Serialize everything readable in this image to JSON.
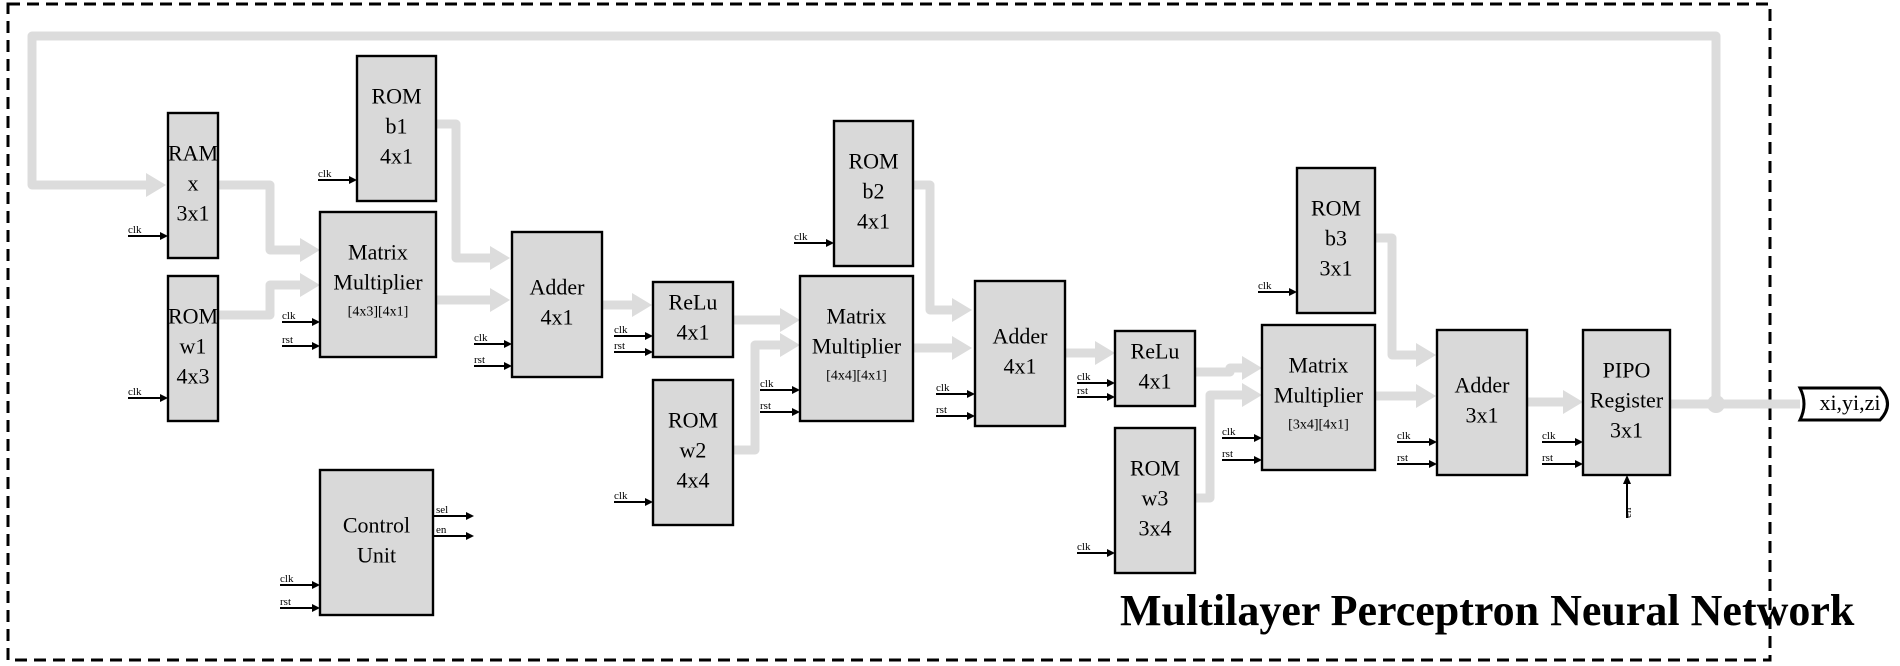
{
  "title": "Multilayer Perceptron Neural Network",
  "output_label": "xi,yi,zi",
  "colors": {
    "block_fill": "#d9d9d9",
    "flow": "#dcdcdc",
    "border": "#000000"
  },
  "blocks": {
    "ram_x": {
      "lines": [
        "RAM",
        "x",
        "3x1"
      ]
    },
    "rom_w1": {
      "lines": [
        "ROM",
        "w1",
        "4x3"
      ]
    },
    "rom_b1": {
      "lines": [
        "ROM",
        "b1",
        "4x1"
      ]
    },
    "mm1": {
      "lines": [
        "Matrix",
        "Multiplier"
      ],
      "sub": "[4x3][4x1]"
    },
    "adder1": {
      "lines": [
        "Adder",
        "4x1"
      ]
    },
    "relu1": {
      "lines": [
        "ReLu",
        "4x1"
      ]
    },
    "rom_b2": {
      "lines": [
        "ROM",
        "b2",
        "4x1"
      ]
    },
    "rom_w2": {
      "lines": [
        "ROM",
        "w2",
        "4x4"
      ]
    },
    "mm2": {
      "lines": [
        "Matrix",
        "Multiplier"
      ],
      "sub": "[4x4][4x1]"
    },
    "adder2": {
      "lines": [
        "Adder",
        "4x1"
      ]
    },
    "relu2": {
      "lines": [
        "ReLu",
        "4x1"
      ]
    },
    "rom_b3": {
      "lines": [
        "ROM",
        "b3",
        "3x1"
      ]
    },
    "rom_w3": {
      "lines": [
        "ROM",
        "w3",
        "3x4"
      ]
    },
    "mm3": {
      "lines": [
        "Matrix",
        "Multiplier"
      ],
      "sub": "[3x4][4x1]"
    },
    "adder3": {
      "lines": [
        "Adder",
        "3x1"
      ]
    },
    "pipo": {
      "lines": [
        "PIPO",
        "Register",
        "3x1"
      ]
    },
    "control": {
      "lines": [
        "Control",
        "Unit"
      ]
    }
  },
  "signals": {
    "clk": "clk",
    "rst": "rst",
    "sel": "sel",
    "en": "en"
  }
}
